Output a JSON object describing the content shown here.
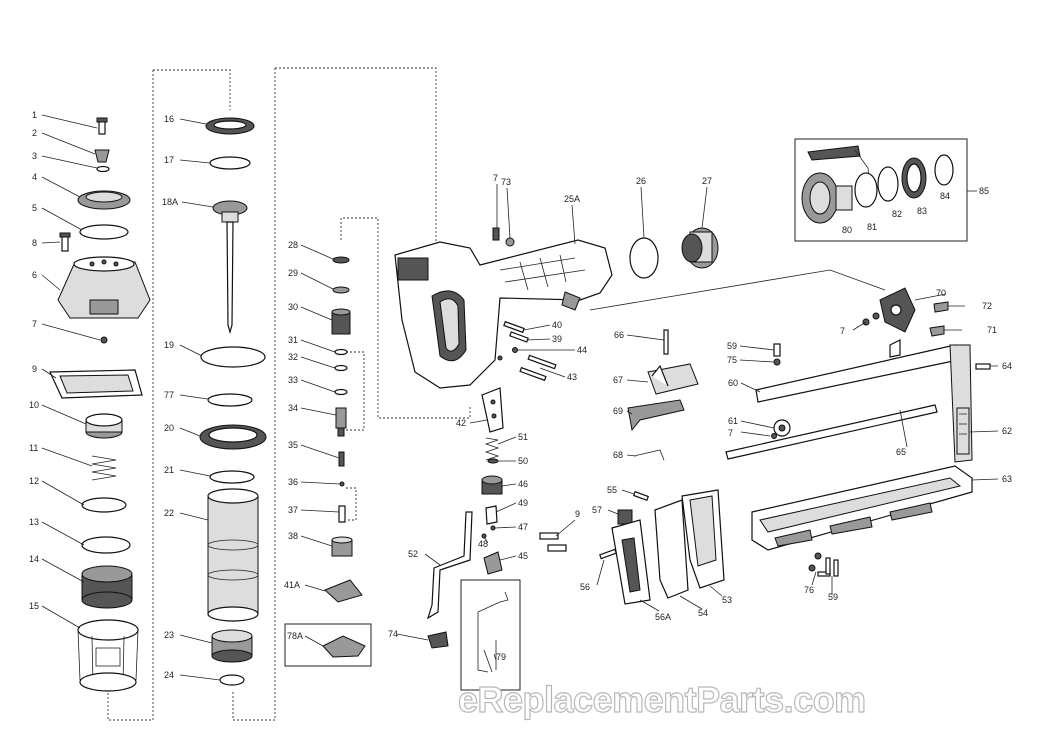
{
  "watermark": "eReplacementParts.com",
  "part_labels": [
    "1",
    "2",
    "3",
    "4",
    "5",
    "8",
    "6",
    "7",
    "9",
    "10",
    "11",
    "12",
    "13",
    "14",
    "15",
    "16",
    "17",
    "18A",
    "19",
    "77",
    "20",
    "21",
    "22",
    "23",
    "24",
    "28",
    "29",
    "30",
    "31",
    "32",
    "33",
    "34",
    "35",
    "36",
    "37",
    "38",
    "41A",
    "78A",
    "7",
    "73",
    "25A",
    "26",
    "27",
    "80",
    "81",
    "82",
    "83",
    "84",
    "85",
    "40",
    "39",
    "44",
    "43",
    "42",
    "51",
    "50",
    "46",
    "49",
    "47",
    "48",
    "45",
    "52",
    "74",
    "79",
    "66",
    "59",
    "75",
    "67",
    "69",
    "68",
    "60",
    "61",
    "7",
    "65",
    "64",
    "62",
    "63",
    "70",
    "72",
    "71",
    "7",
    "55",
    "57",
    "9",
    "56",
    "56A",
    "54",
    "53",
    "76",
    "59"
  ]
}
